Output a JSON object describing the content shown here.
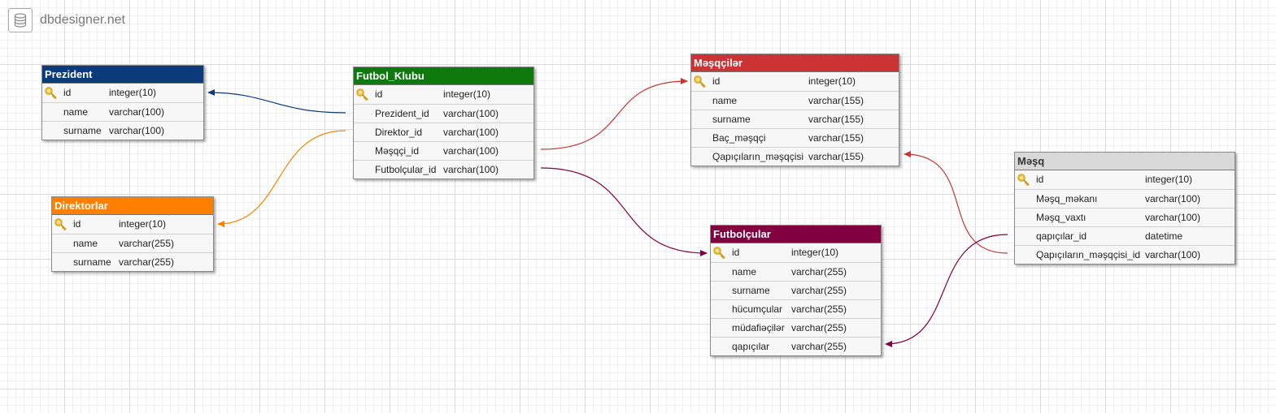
{
  "app": {
    "title": "dbdesigner.net",
    "icon": "database-icon"
  },
  "tables": [
    {
      "id": "prezident",
      "name": "Prezident",
      "header_color": "#0d3a7a",
      "columns": [
        {
          "name": "id",
          "type": "integer(10)",
          "pk": true
        },
        {
          "name": "name",
          "type": "varchar(100)",
          "pk": false
        },
        {
          "name": "surname",
          "type": "varchar(100)",
          "pk": false
        }
      ]
    },
    {
      "id": "futbol_klubu",
      "name": "Futbol_Klubu",
      "header_color": "#0e7a0e",
      "columns": [
        {
          "name": "id",
          "type": "integer(10)",
          "pk": true
        },
        {
          "name": "Prezident_id",
          "type": "varchar(100)",
          "pk": false
        },
        {
          "name": "Direktor_id",
          "type": "varchar(100)",
          "pk": false
        },
        {
          "name": "Məşqçi_id",
          "type": "varchar(100)",
          "pk": false
        },
        {
          "name": "Futbolçular_id",
          "type": "varchar(100)",
          "pk": false
        }
      ]
    },
    {
      "id": "masqcilar",
      "name": "Məşqçilər",
      "header_color": "#cc3333",
      "columns": [
        {
          "name": "id",
          "type": "integer(10)",
          "pk": true
        },
        {
          "name": "name",
          "type": "varchar(155)",
          "pk": false
        },
        {
          "name": "surname",
          "type": "varchar(155)",
          "pk": false
        },
        {
          "name": "Baç_məşqçi",
          "type": "varchar(155)",
          "pk": false
        },
        {
          "name": "Qapıçıların_məşqçisi",
          "type": "varchar(155)",
          "pk": false
        }
      ]
    },
    {
      "id": "direktorlar",
      "name": "Direktorlar",
      "header_color": "#ff8000",
      "columns": [
        {
          "name": "id",
          "type": "integer(10)",
          "pk": true
        },
        {
          "name": "name",
          "type": "varchar(255)",
          "pk": false
        },
        {
          "name": "surname",
          "type": "varchar(255)",
          "pk": false
        }
      ]
    },
    {
      "id": "futbolcular",
      "name": "Futbolçular",
      "header_color": "#800040",
      "columns": [
        {
          "name": "id",
          "type": "integer(10)",
          "pk": true
        },
        {
          "name": "name",
          "type": "varchar(255)",
          "pk": false
        },
        {
          "name": "surname",
          "type": "varchar(255)",
          "pk": false
        },
        {
          "name": "hücumçular",
          "type": "varchar(255)",
          "pk": false
        },
        {
          "name": "müdafiəçilər",
          "type": "varchar(255)",
          "pk": false
        },
        {
          "name": "qapıçılar",
          "type": "varchar(255)",
          "pk": false
        }
      ]
    },
    {
      "id": "masq",
      "name": "Məşq",
      "header_color": "#d9d9d9",
      "header_text_color": "#333333",
      "columns": [
        {
          "name": "id",
          "type": "integer(10)",
          "pk": true
        },
        {
          "name": "Məşq_məkanı",
          "type": "varchar(100)",
          "pk": false
        },
        {
          "name": "Məşq_vaxtı",
          "type": "varchar(100)",
          "pk": false
        },
        {
          "name": "qapıçılar_id",
          "type": "datetime",
          "pk": false
        },
        {
          "name": "Qapıçıların_məşqçisi_id",
          "type": "varchar(100)",
          "pk": false
        }
      ]
    }
  ],
  "relations": [
    {
      "from": "futbol_klubu.Prezident_id",
      "to": "prezident.id",
      "color": "#0d3a7a"
    },
    {
      "from": "futbol_klubu.Direktor_id",
      "to": "direktorlar.id",
      "color": "#ff8000"
    },
    {
      "from": "futbol_klubu.Məşqçi_id",
      "to": "masqcilar.id",
      "color": "#cc3333"
    },
    {
      "from": "futbol_klubu.Futbolçular_id",
      "to": "futbolcular.id",
      "color": "#800040"
    },
    {
      "from": "masq.Qapıçıların_məşqçisi_id",
      "to": "masqcilar.Qapıçıların_məşqçisi",
      "color": "#cc3333"
    },
    {
      "from": "masq.qapıçılar_id",
      "to": "futbolcular.qapıçılar",
      "color": "#800040"
    }
  ]
}
